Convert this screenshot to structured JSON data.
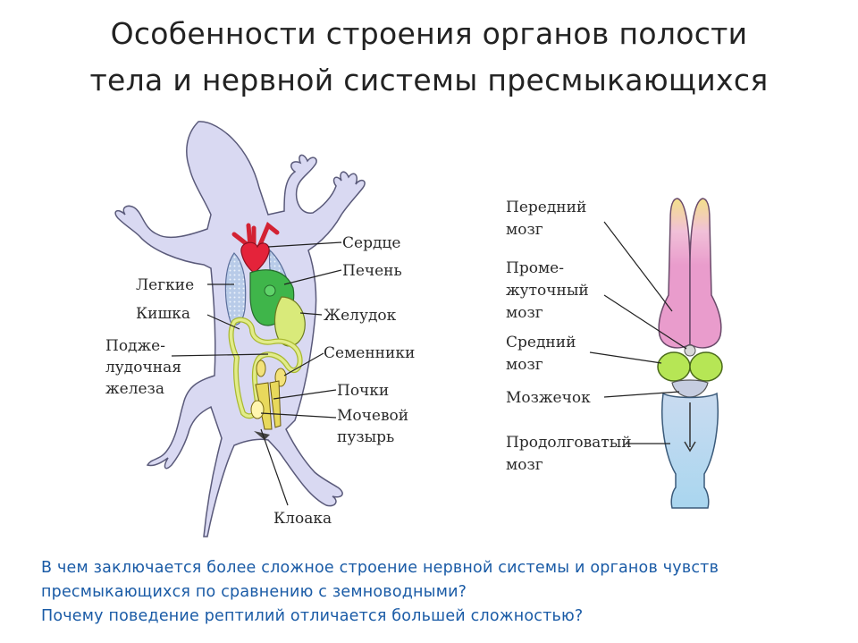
{
  "title": {
    "line1": "Особенности  строения  органов  полости",
    "line2": "тела и  нервной  системы  пресмыкающихся"
  },
  "lizard_labels": {
    "heart": "Сердце",
    "liver": "Печень",
    "lungs": "Легкие",
    "stomach": "Желудок",
    "intestine": "Кишка",
    "pancreas_1": "Подже-",
    "pancreas_2": "лудочная",
    "pancreas_3": "железа",
    "testes": "Семенники",
    "kidneys": "Почки",
    "bladder_1": "Мочевой",
    "bladder_2": "пузырь",
    "cloaca": "Клоака"
  },
  "brain_labels": {
    "forebrain_1": "Передний",
    "forebrain_2": "мозг",
    "diencephalon_1": "Проме-",
    "diencephalon_2": "жуточный",
    "diencephalon_3": "мозг",
    "midbrain_1": "Средний",
    "midbrain_2": "мозг",
    "cerebellum": "Мозжечок",
    "medulla_1": "Продолговатый",
    "medulla_2": "мозг"
  },
  "questions": {
    "line1": "В  чем  заключается  более сложное  строение  нервной  системы  и  органов  чувств",
    "line2": "пресмыкающихся  по  сравнению  с  земноводными?",
    "line3": "Почему  поведение  рептилий  отличается  большей  сложностью?"
  },
  "colors": {
    "lizard_body": "#d9d9f2",
    "heart": "#e4233a",
    "lungs": "#b8cbe8",
    "liver": "#3fb54a",
    "stomach": "#d9ea7a",
    "intestine": "#e2ec8a",
    "forebrain": "#f0b5d8",
    "midbrain": "#b6e655",
    "medulla": "#b7d6f2",
    "question_text": "#1a5ba6"
  }
}
